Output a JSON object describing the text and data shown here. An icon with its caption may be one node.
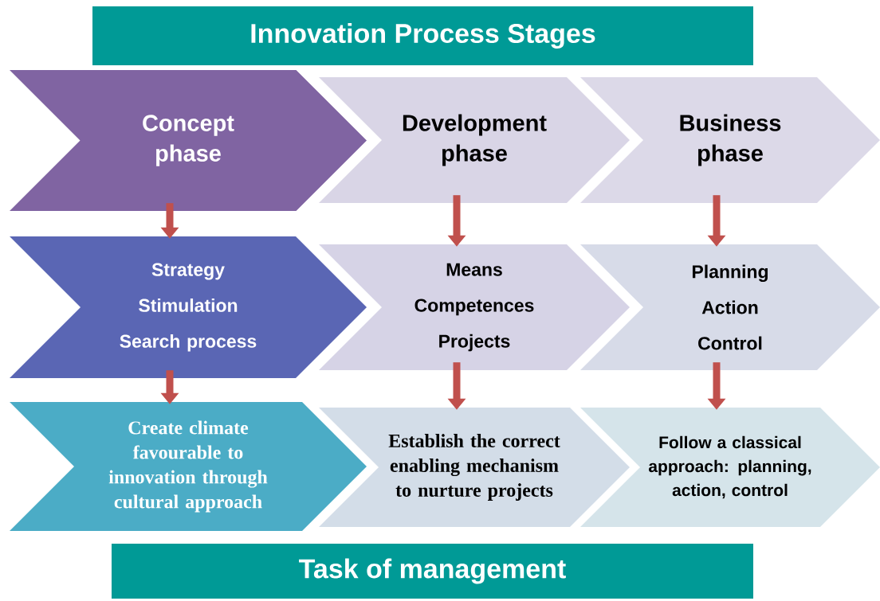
{
  "diagram": {
    "title": "Innovation Process Stages",
    "caption": "Task of management",
    "nodes": [
      {
        "text": [
          "Concept phase"
        ]
      },
      {
        "text": [
          "Development phase"
        ]
      },
      {
        "text": [
          "Business phase"
        ]
      },
      {
        "text": [
          "Strategy",
          "Stimulation",
          "Search process"
        ]
      },
      {
        "text": [
          "Means",
          "Competences",
          "Projects"
        ]
      },
      {
        "text": [
          "Planning",
          "Action",
          "Control"
        ]
      },
      {
        "text": [
          "Create climate favourable to innovation through cultural approach"
        ]
      },
      {
        "text": [
          "Establish the correct enabling mechanism to nurture projects"
        ]
      },
      {
        "text": [
          "Follow a classical approach: planning, action, control"
        ]
      }
    ],
    "edges": [
      {
        "from": 0,
        "to": 3,
        "arrow": "to"
      },
      {
        "from": 1,
        "to": 4,
        "arrow": "to"
      },
      {
        "from": 2,
        "to": 5,
        "arrow": "to"
      },
      {
        "from": 3,
        "to": 6,
        "arrow": "to"
      },
      {
        "from": 4,
        "to": 7,
        "arrow": "to"
      },
      {
        "from": 5,
        "to": 8,
        "arrow": "to"
      }
    ]
  }
}
